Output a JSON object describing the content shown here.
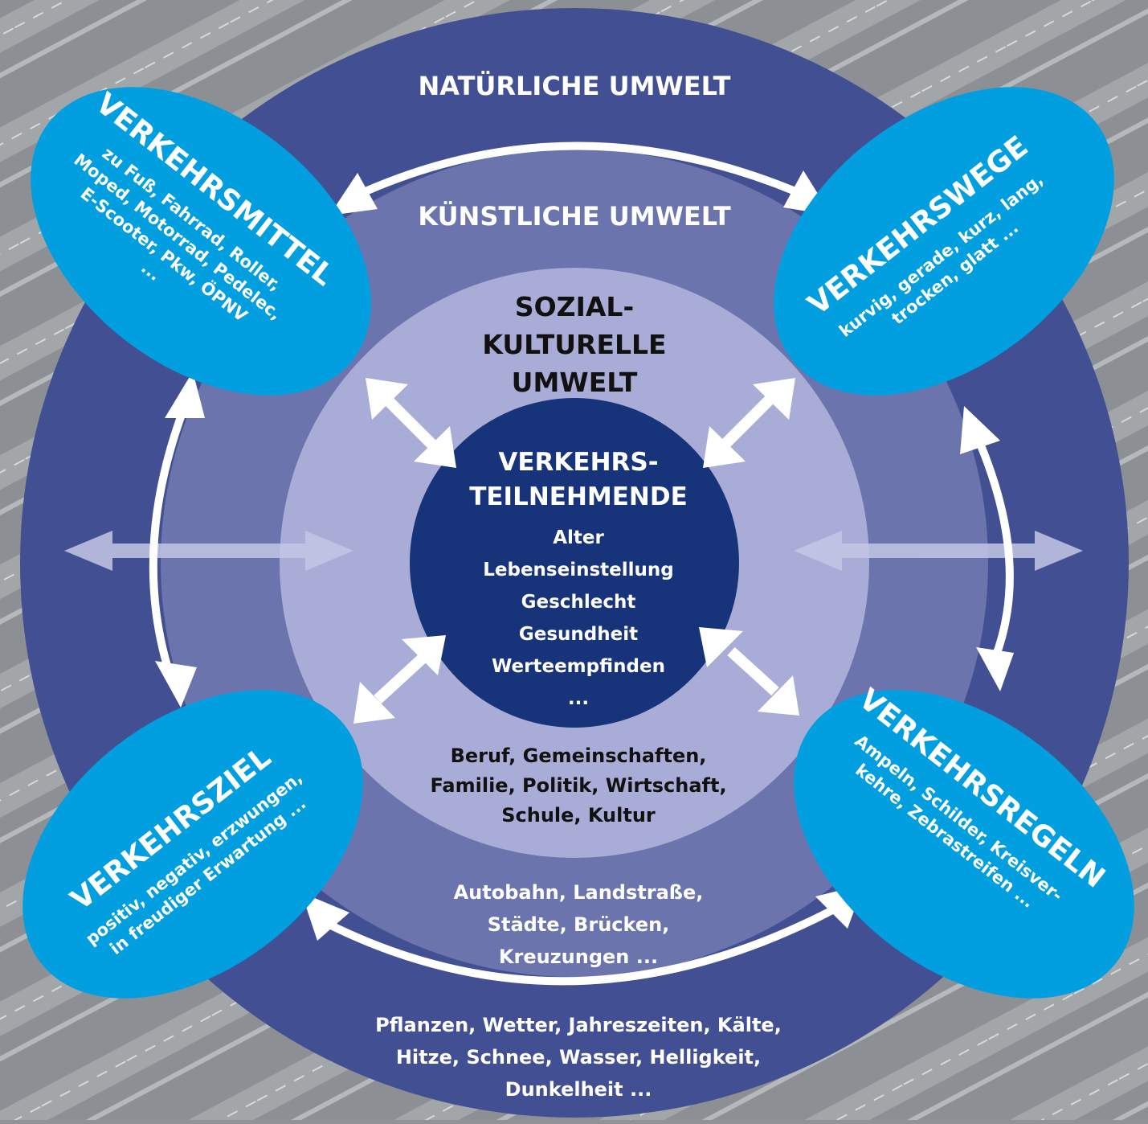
{
  "colors": {
    "background": "#8f9397",
    "outer_ring": "#434f93",
    "middle_ring": "#6b74ad",
    "inner_ring": "#a9acd6",
    "core": "#17337a",
    "ellipse": "#019ee0",
    "arrow": "#ffffff",
    "pale_arrow": "#c3c7e6",
    "dark_text": "#111111"
  },
  "rings": {
    "natural": {
      "title": "NATÜRLICHE UMWELT",
      "examples": [
        "Pflanzen, Wetter, Jahreszeiten, Kälte,",
        "Hitze, Schnee, Wasser, Helligkeit,",
        "Dunkelheit ..."
      ]
    },
    "artificial": {
      "title": "KÜNSTLICHE UMWELT",
      "examples": [
        "Autobahn, Landstraße,",
        "Städte, Brücken,",
        "Kreuzungen ..."
      ]
    },
    "social": {
      "title": [
        "SOZIAL-",
        "KULTURELLE",
        "UMWELT"
      ],
      "examples": [
        "Beruf, Gemeinschaften,",
        "Familie, Politik, Wirtschaft,",
        "Schule, Kultur"
      ]
    }
  },
  "center": {
    "title": [
      "VERKEHRS-",
      "TEILNEHMENDE"
    ],
    "items": [
      "Alter",
      "Lebenseinstellung",
      "Geschlecht",
      "Gesundheit",
      "Werteempfinden",
      "..."
    ]
  },
  "factors": {
    "verkehrsmittel": {
      "title": "VERKEHRSMITTEL",
      "lines": [
        "zu Fuß, Fahrrad, Roller,",
        "Moped, Motorrad, Pedelec,",
        "E-Scooter, Pkw, ÖPNV",
        "..."
      ]
    },
    "verkehrswege": {
      "title": "VERKEHRSWEGE",
      "lines": [
        "kurvig, gerade, kurz, lang,",
        "trocken, glatt ..."
      ]
    },
    "verkehrsziel": {
      "title": "VERKEHRSZIEL",
      "lines": [
        "positiv, negativ, erzwungen,",
        "in freudiger Erwartung ..."
      ]
    },
    "verkehrsregeln": {
      "title": "VERKEHRSREGELN",
      "lines": [
        "Ampeln, Schilder, Kreisver-",
        "kehre, Zebrastreifen ..."
      ]
    }
  }
}
